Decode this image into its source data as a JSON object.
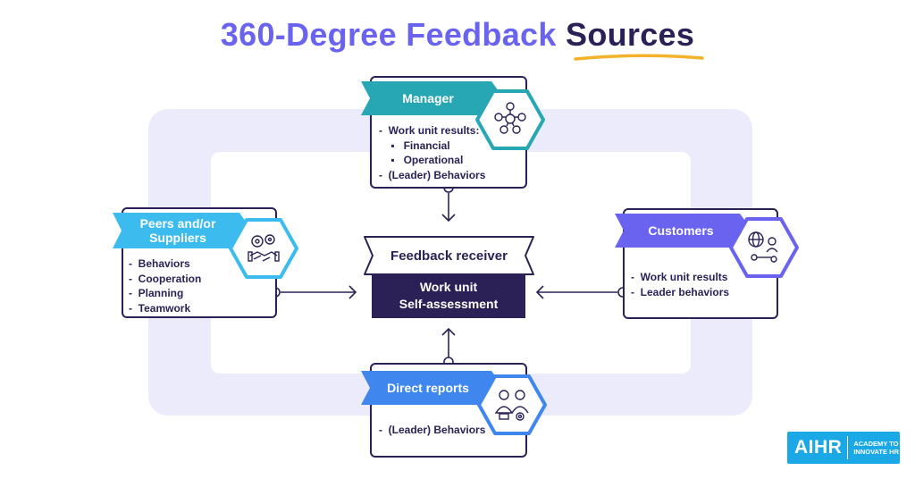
{
  "title": {
    "part1": "360-Degree Feedback",
    "part2": "Sources"
  },
  "center": {
    "header": "Feedback receiver",
    "line1": "Work unit",
    "line2": "Self-assessment"
  },
  "manager": {
    "label": "Manager",
    "items": [
      "Work unit results:",
      "Financial",
      "Operational",
      "(Leader) Behaviors"
    ],
    "color": "#27a7b4",
    "icon": "team-network-icon"
  },
  "peers": {
    "label_line1": "Peers and/or",
    "label_line2": "Suppliers",
    "items": [
      "Behaviors",
      "Cooperation",
      "Planning",
      "Teamwork"
    ],
    "color": "#3cbcee",
    "icon": "gears-handshake-icon"
  },
  "customers": {
    "label": "Customers",
    "items": [
      "Work unit results",
      "Leader behaviors"
    ],
    "color": "#6a63ef",
    "icon": "globe-users-icon"
  },
  "direct_reports": {
    "label": "Direct reports",
    "items": [
      "(Leader) Behaviors"
    ],
    "color": "#3f86ef",
    "icon": "people-gear-icon"
  },
  "logo": {
    "main": "AIHR",
    "sub_line1": "ACADEMY TO",
    "sub_line2": "INNOVATE HR",
    "color": "#1aa8e6"
  }
}
